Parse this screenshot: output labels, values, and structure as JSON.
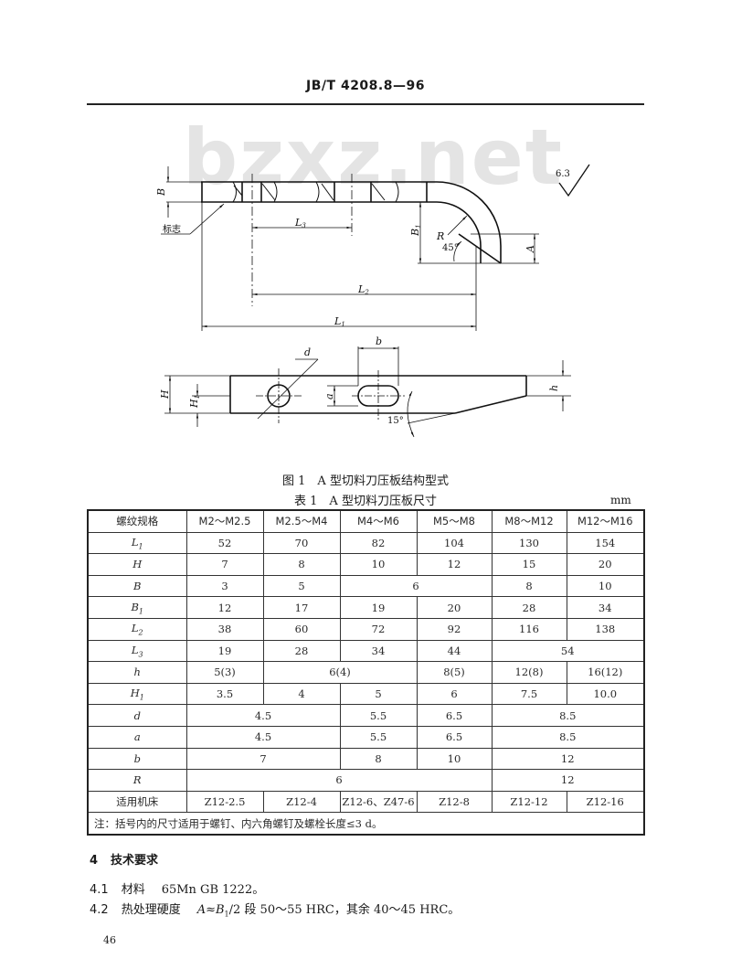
{
  "header": {
    "standard_no": "JB/T 4208.8—96"
  },
  "watermark": "bzxz.net",
  "figure": {
    "caption": "图 1　A 型切料刀压板结构型式",
    "labels": {
      "B": "B",
      "B1": "B",
      "B1_sub": "1",
      "L1": "L",
      "L1_sub": "1",
      "L2": "L",
      "L2_sub": "2",
      "L3": "L",
      "L3_sub": "3",
      "R": "R",
      "angle45": "45°",
      "A": "A",
      "mark": "标志",
      "roughness": "6.3",
      "d": "d",
      "b": "b",
      "a": "a",
      "H": "H",
      "H1": "H",
      "H1_sub": "1",
      "h": "h",
      "angle15": "15°"
    }
  },
  "table": {
    "caption": "表 1　A 型切料刀压板尺寸",
    "unit": "mm",
    "header": [
      "螺纹规格",
      "M2～M2.5",
      "M2.5～M4",
      "M4～M6",
      "M5～M8",
      "M8～M12",
      "M12～M16"
    ],
    "rows": [
      {
        "param": "L",
        "sub": "1",
        "cells": [
          {
            "v": "52",
            "span": 1
          },
          {
            "v": "70",
            "span": 1
          },
          {
            "v": "82",
            "span": 1
          },
          {
            "v": "104",
            "span": 1
          },
          {
            "v": "130",
            "span": 1
          },
          {
            "v": "154",
            "span": 1
          }
        ]
      },
      {
        "param": "H",
        "sub": "",
        "cells": [
          {
            "v": "7",
            "span": 1
          },
          {
            "v": "8",
            "span": 1
          },
          {
            "v": "10",
            "span": 1
          },
          {
            "v": "12",
            "span": 1
          },
          {
            "v": "15",
            "span": 1
          },
          {
            "v": "20",
            "span": 1
          }
        ]
      },
      {
        "param": "B",
        "sub": "",
        "cells": [
          {
            "v": "3",
            "span": 1
          },
          {
            "v": "5",
            "span": 1
          },
          {
            "v": "6",
            "span": 2
          },
          {
            "v": "8",
            "span": 1
          },
          {
            "v": "10",
            "span": 1
          }
        ]
      },
      {
        "param": "B",
        "sub": "1",
        "cells": [
          {
            "v": "12",
            "span": 1
          },
          {
            "v": "17",
            "span": 1
          },
          {
            "v": "19",
            "span": 1
          },
          {
            "v": "20",
            "span": 1
          },
          {
            "v": "28",
            "span": 1
          },
          {
            "v": "34",
            "span": 1
          }
        ]
      },
      {
        "param": "L",
        "sub": "2",
        "cells": [
          {
            "v": "38",
            "span": 1
          },
          {
            "v": "60",
            "span": 1
          },
          {
            "v": "72",
            "span": 1
          },
          {
            "v": "92",
            "span": 1
          },
          {
            "v": "116",
            "span": 1
          },
          {
            "v": "138",
            "span": 1
          }
        ]
      },
      {
        "param": "L",
        "sub": "3",
        "cells": [
          {
            "v": "19",
            "span": 1
          },
          {
            "v": "28",
            "span": 1
          },
          {
            "v": "34",
            "span": 1
          },
          {
            "v": "44",
            "span": 1
          },
          {
            "v": "54",
            "span": 2
          }
        ]
      },
      {
        "param": "h",
        "sub": "",
        "cells": [
          {
            "v": "5(3)",
            "span": 1
          },
          {
            "v": "6(4)",
            "span": 2
          },
          {
            "v": "8(5)",
            "span": 1
          },
          {
            "v": "12(8)",
            "span": 1
          },
          {
            "v": "16(12)",
            "span": 1
          }
        ]
      },
      {
        "param": "H",
        "sub": "1",
        "cells": [
          {
            "v": "3.5",
            "span": 1
          },
          {
            "v": "4",
            "span": 1
          },
          {
            "v": "5",
            "span": 1
          },
          {
            "v": "6",
            "span": 1
          },
          {
            "v": "7.5",
            "span": 1
          },
          {
            "v": "10.0",
            "span": 1
          }
        ]
      },
      {
        "param": "d",
        "sub": "",
        "cells": [
          {
            "v": "4.5",
            "span": 2
          },
          {
            "v": "5.5",
            "span": 1
          },
          {
            "v": "6.5",
            "span": 1
          },
          {
            "v": "8.5",
            "span": 2
          }
        ]
      },
      {
        "param": "a",
        "sub": "",
        "cells": [
          {
            "v": "4.5",
            "span": 2
          },
          {
            "v": "5.5",
            "span": 1
          },
          {
            "v": "6.5",
            "span": 1
          },
          {
            "v": "8.5",
            "span": 2
          }
        ]
      },
      {
        "param": "b",
        "sub": "",
        "cells": [
          {
            "v": "7",
            "span": 2
          },
          {
            "v": "8",
            "span": 1
          },
          {
            "v": "10",
            "span": 1
          },
          {
            "v": "12",
            "span": 2
          }
        ]
      },
      {
        "param": "R",
        "sub": "",
        "cells": [
          {
            "v": "6",
            "span": 4
          },
          {
            "v": "12",
            "span": 2
          }
        ]
      }
    ],
    "machine_row": {
      "label": "适用机床",
      "cells": [
        "Z12-2.5",
        "Z12-4",
        "Z12-6、Z47-6",
        "Z12-8",
        "Z12-12",
        "Z12-16"
      ]
    },
    "note": "注：括号内的尺寸适用于螺钉、内六角螺钉及螺栓长度≤3 d。"
  },
  "section4": {
    "number": "4",
    "title": "技术要求",
    "items": [
      {
        "number": "4.1",
        "label": "材料",
        "text": "65Mn GB 1222。"
      },
      {
        "number": "4.2",
        "label": "热处理硬度",
        "text_a": "A≈B",
        "text_sub": "1",
        "text_b": "/2 段 50～55 HRC，其余 40～45 HRC。"
      }
    ]
  },
  "page_number": "46"
}
